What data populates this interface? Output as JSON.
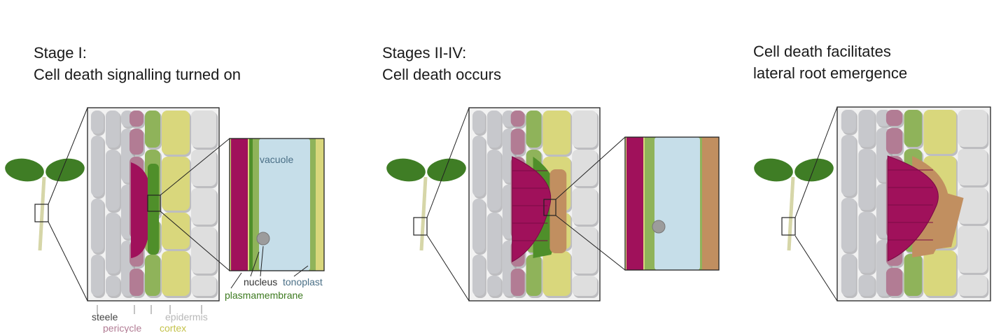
{
  "panels": [
    {
      "title_line1": "Stage I:",
      "title_line2": "Cell death signalling turned on"
    },
    {
      "title_line1": "Stages II-IV:",
      "title_line2": "Cell death occurs"
    },
    {
      "title_line1": "Cell death facilitates",
      "title_line2": "lateral root emergence"
    }
  ],
  "labels": {
    "vacuole": "vacuole",
    "nucleus": "nucleus",
    "tonoplast": "tonoplast",
    "plasmamembrane": "plasmamembrane",
    "steele": "steele",
    "pericycle": "pericycle",
    "cortex": "cortex",
    "epidermis": "epidermis"
  },
  "colors": {
    "steele": "#c7c8cc",
    "pericycle": "#b27c94",
    "dying_pericycle": "#a0115b",
    "endodermis": "#8fb35a",
    "dying_endodermis": "#4f8f2a",
    "cortex": "#d9d77c",
    "epidermis": "#dedede",
    "vacuole": "#c6dee9",
    "dead_cell": "#c18f60",
    "leaf": "#3f7d25"
  }
}
